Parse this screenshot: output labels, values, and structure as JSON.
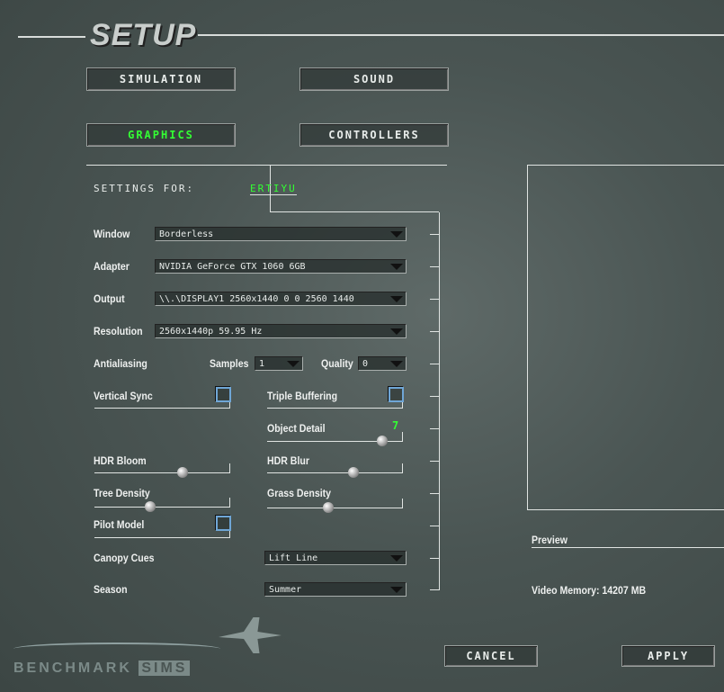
{
  "header": {
    "title": "SETUP"
  },
  "tabs": [
    {
      "label": "Simulation"
    },
    {
      "label": "Sound"
    },
    {
      "label": "Graphics",
      "active": true
    },
    {
      "label": "Controllers"
    }
  ],
  "settings_for": {
    "label": "Settings for:",
    "value": "Ertiyu"
  },
  "fields": {
    "window": {
      "label": "Window",
      "value": "Borderless"
    },
    "adapter": {
      "label": "Adapter",
      "value": "NVIDIA GeForce GTX 1060 6GB"
    },
    "output": {
      "label": "Output",
      "value": "\\\\.\\DISPLAY1 2560x1440 0 0 2560 1440"
    },
    "resolution": {
      "label": "Resolution",
      "value": "2560x1440p 59.95 Hz"
    },
    "antialiasing": {
      "label": "Antialiasing",
      "samples_label": "Samples",
      "samples": "1",
      "quality_label": "Quality",
      "quality": "0"
    },
    "vsync": {
      "label": "Vertical Sync",
      "checked": false
    },
    "triple_buffering": {
      "label": "Triple Buffering",
      "checked": false
    },
    "object_detail": {
      "label": "Object Detail",
      "value": "7",
      "fraction": 0.85
    },
    "hdr_bloom": {
      "label": "HDR Bloom",
      "fraction": 0.65
    },
    "hdr_blur": {
      "label": "HDR Blur",
      "fraction": 0.64
    },
    "tree_density": {
      "label": "Tree Density",
      "fraction": 0.41
    },
    "grass_density": {
      "label": "Grass Density",
      "fraction": 0.45
    },
    "pilot_model": {
      "label": "Pilot Model",
      "checked": false
    },
    "canopy_cues": {
      "label": "Canopy Cues",
      "value": "Lift Line"
    },
    "season": {
      "label": "Season",
      "value": "Summer"
    }
  },
  "preview": {
    "label": "Preview",
    "video_memory": "Video Memory: 14207 MB"
  },
  "footer": {
    "cancel": "Cancel",
    "apply": "Apply",
    "logo_text": "BENCHMARK SIMS"
  },
  "colors": {
    "accent": "#33ff33",
    "checkbox": "#6fa6d6"
  }
}
